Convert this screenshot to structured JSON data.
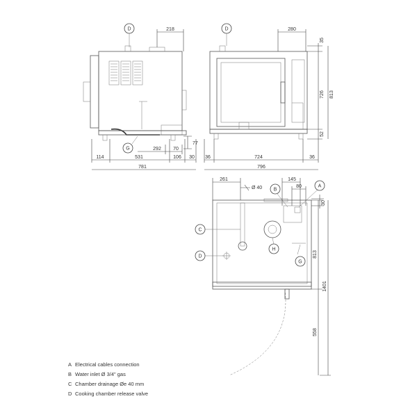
{
  "markers": {
    "A": "A",
    "B": "B",
    "C": "C",
    "D": "D",
    "G": "G",
    "H": "H"
  },
  "dims": {
    "side_top": "218",
    "side_114": "114",
    "side_531": "531",
    "side_292": "292",
    "side_70": "70",
    "side_106": "106",
    "side_30": "30",
    "side_77": "77",
    "side_781": "781",
    "front_top": "280",
    "front_35": "35",
    "front_726": "726",
    "front_813": "813",
    "front_52": "52",
    "front_36a": "36",
    "front_724": "724",
    "front_36b": "36",
    "front_796": "796",
    "plan_261": "261",
    "plan_dia": "Ø 40",
    "plan_145": "145",
    "plan_80": "80",
    "plan_30": "30",
    "plan_813": "813",
    "plan_1401": "1401",
    "plan_558": "558"
  },
  "legend": [
    {
      "key": "A",
      "text": "Electrical cables connection"
    },
    {
      "key": "B",
      "text": "Water inlet Ø 3/4\" gas"
    },
    {
      "key": "C",
      "text": "Chamber drainage Øe 40 mm"
    },
    {
      "key": "D",
      "text": "Cooking chamber release valve"
    }
  ]
}
